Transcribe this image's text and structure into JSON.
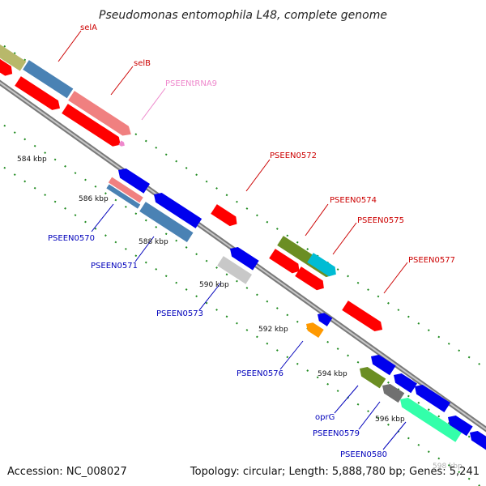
{
  "title": "Pseudomonas entomophila L48, complete genome",
  "footer": {
    "accession": "Accession: NC_008027",
    "topology": "Topology: circular; Length: 5,888,780 bp; Genes: 5,241"
  },
  "colors": {
    "backbone": "#8a8a8a",
    "tick_dots": "#1e8a1e",
    "label_forward": "#cc0000",
    "label_reverse": "#0000bb",
    "label_trna": "#ee88cc"
  },
  "ticks": [
    "584 kbp",
    "586 kbp",
    "588 kbp",
    "590 kbp",
    "592 kbp",
    "594 kbp",
    "596 kbp",
    "598 kbp"
  ],
  "gene_labels": {
    "selA": "selA",
    "selB": "selB",
    "trna9": "PSEENtRNA9",
    "p0570": "PSEEN0570",
    "p0571": "PSEEN0571",
    "p0572": "PSEEN0572",
    "p0573": "PSEEN0573",
    "p0574": "PSEEN0574",
    "p0575": "PSEEN0575",
    "p0576": "PSEEN0576",
    "p0577": "PSEEN0577",
    "oprG": "oprG",
    "p0579": "PSEEN0579",
    "p0580": "PSEEN0580"
  }
}
